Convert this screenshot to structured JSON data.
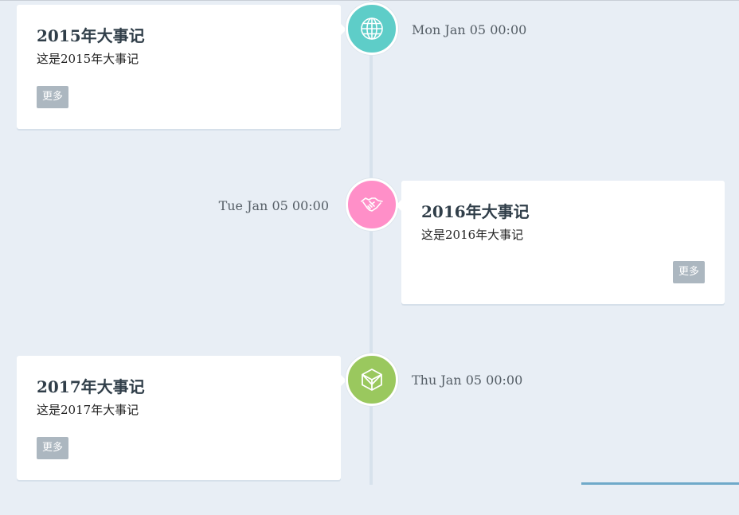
{
  "events": [
    {
      "title": "2015年大事记",
      "description": "这是2015年大事记",
      "more_label": "更多",
      "date": "Mon Jan 05 00:00",
      "icon": "globe-icon",
      "icon_color": "#5ecdc8",
      "side": "left"
    },
    {
      "title": "2016年大事记",
      "description": "这是2016年大事记",
      "more_label": "更多",
      "date": "Tue Jan 05 00:00",
      "icon": "handshake-icon",
      "icon_color": "#ff8fc8",
      "side": "right"
    },
    {
      "title": "2017年大事记",
      "description": "这是2017年大事记",
      "more_label": "更多",
      "date": "Thu Jan 05 00:00",
      "icon": "cube-icon",
      "icon_color": "#9ac85e",
      "side": "left"
    }
  ]
}
